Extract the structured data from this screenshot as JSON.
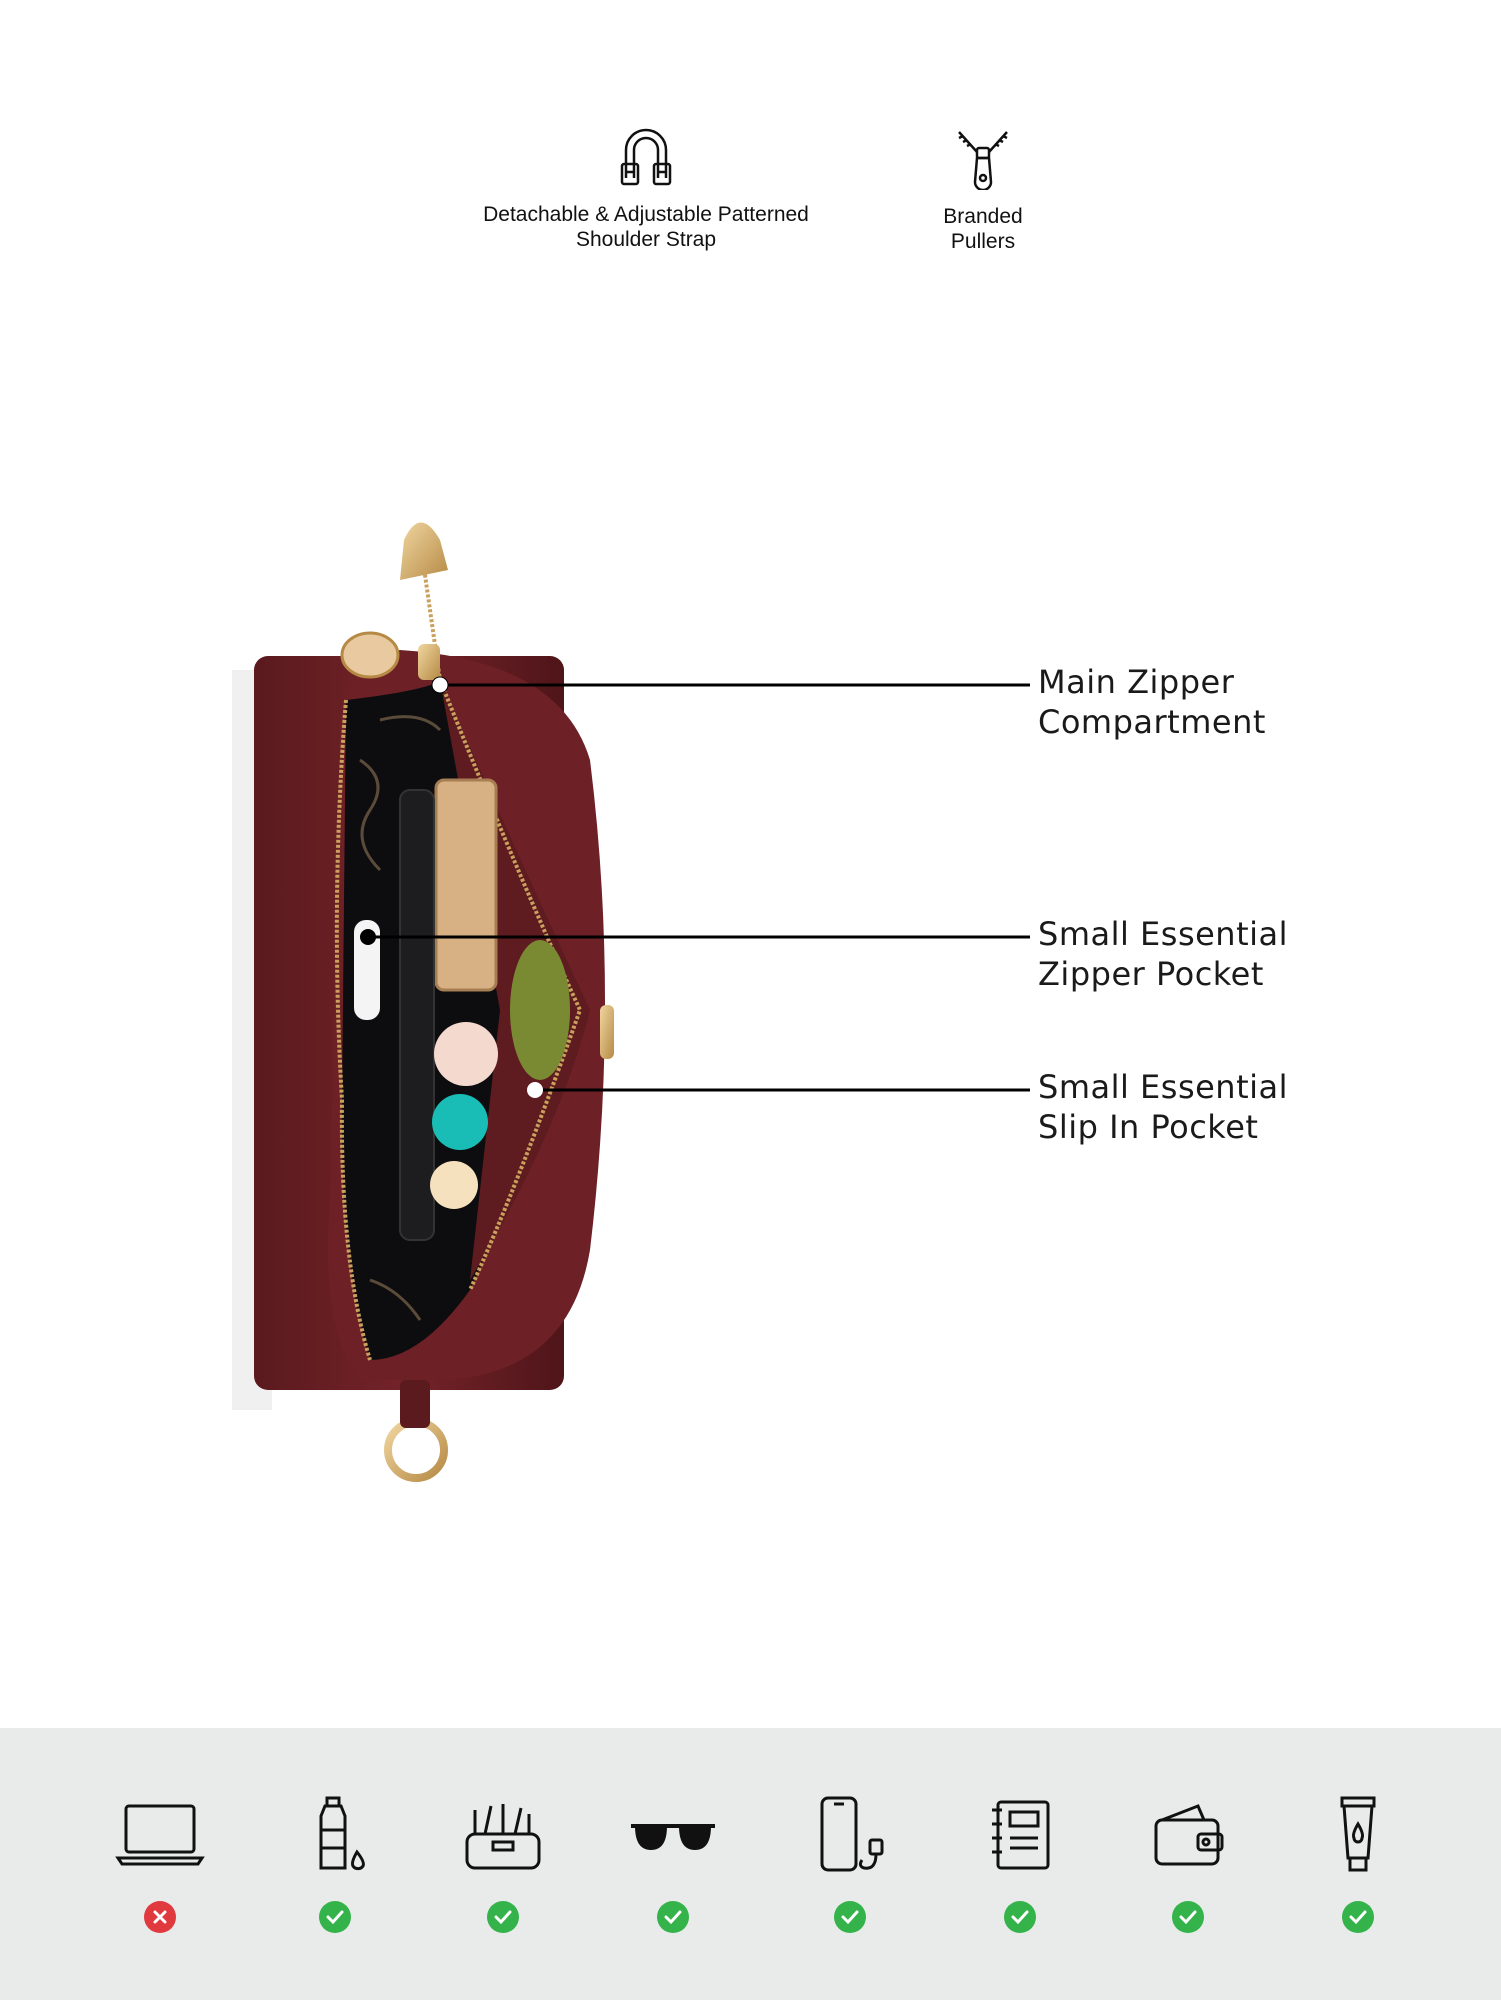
{
  "features": [
    {
      "label": "Detachable & Adjustable Patterned\nShoulder Strap",
      "icon": "shoulder-strap-icon"
    },
    {
      "label": "Branded\nPullers",
      "icon": "zipper-puller-icon"
    }
  ],
  "callouts": [
    {
      "label": "Main Zipper\nCompartment"
    },
    {
      "label": "Small Essential\nZipper Pocket"
    },
    {
      "label": "Small Essential\nSlip In Pocket"
    }
  ],
  "colors": {
    "bag": "#6b1f24",
    "bag_dark": "#4a1216",
    "gold": "#c9a15c",
    "fits": "#34b34a",
    "does_not_fit": "#e0393e",
    "bar": "#e9ebea"
  },
  "compatibility": [
    {
      "icon": "laptop-icon",
      "fits": false
    },
    {
      "icon": "water-bottle-icon",
      "fits": true
    },
    {
      "icon": "makeup-kit-icon",
      "fits": true
    },
    {
      "icon": "sunglasses-icon",
      "fits": true
    },
    {
      "icon": "phone-charger-icon",
      "fits": true
    },
    {
      "icon": "notebook-icon",
      "fits": true
    },
    {
      "icon": "wallet-icon",
      "fits": true
    },
    {
      "icon": "cream-tube-icon",
      "fits": true
    }
  ]
}
